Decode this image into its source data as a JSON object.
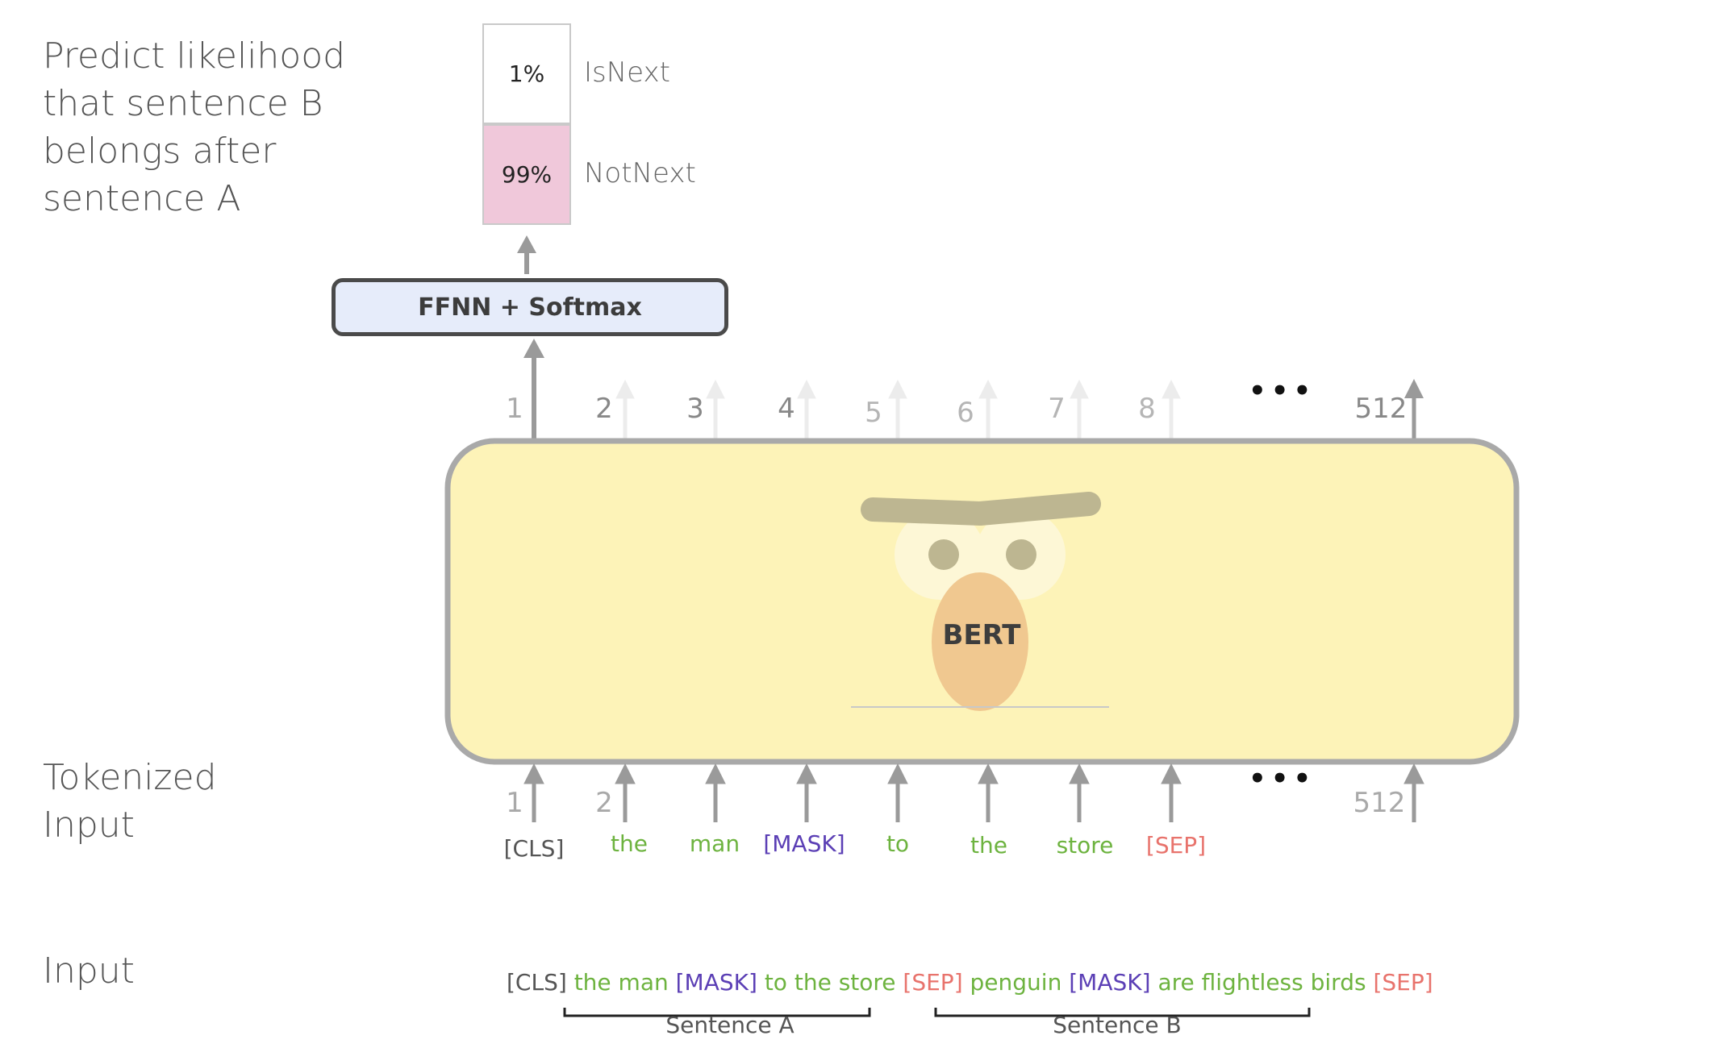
{
  "labels": {
    "predict": [
      "Predict likelihood",
      "that sentence B",
      "belongs after",
      "sentence A"
    ],
    "tokenized": [
      "Tokenized",
      "Input"
    ],
    "input": "Input"
  },
  "output": {
    "isnext": {
      "percent": "1%",
      "label": "IsNext",
      "value": 0.01
    },
    "notnext": {
      "percent": "99%",
      "label": "NotNext",
      "value": 0.99
    }
  },
  "ffnn_label": "FFNN + Softmax",
  "bert_label": "BERT",
  "output_positions": [
    "1",
    "2",
    "3",
    "4",
    "5",
    "6",
    "7",
    "8",
    "512"
  ],
  "input_positions": [
    "1",
    "2",
    "512"
  ],
  "ellipsis": "•••",
  "tokens": [
    {
      "text": "[CLS]",
      "type": "special"
    },
    {
      "text": "the",
      "type": "word"
    },
    {
      "text": "man",
      "type": "word"
    },
    {
      "text": "[MASK]",
      "type": "mask"
    },
    {
      "text": "to",
      "type": "word"
    },
    {
      "text": "the",
      "type": "word"
    },
    {
      "text": "store",
      "type": "word"
    },
    {
      "text": "[SEP]",
      "type": "sep"
    }
  ],
  "input_sequence": [
    {
      "text": "[CLS]",
      "type": "special"
    },
    {
      "text": "the man",
      "type": "word"
    },
    {
      "text": "[MASK]",
      "type": "mask"
    },
    {
      "text": "to the store",
      "type": "word"
    },
    {
      "text": "[SEP]",
      "type": "sep"
    },
    {
      "text": "penguin",
      "type": "word"
    },
    {
      "text": "[MASK]",
      "type": "mask"
    },
    {
      "text": "are flightless birds",
      "type": "word"
    },
    {
      "text": "[SEP]",
      "type": "sep"
    }
  ],
  "sentences": {
    "a": "Sentence A",
    "b": "Sentence B"
  },
  "colors": {
    "special": "#555555",
    "word": "#6db33f",
    "mask": "#5b3fb5",
    "sep": "#e8736c",
    "notnext_fill": "#f0c8da",
    "bert_body": "#fdf3b8",
    "bert_nose": "#f0c890",
    "ffnn_fill": "#e6ecfa"
  }
}
